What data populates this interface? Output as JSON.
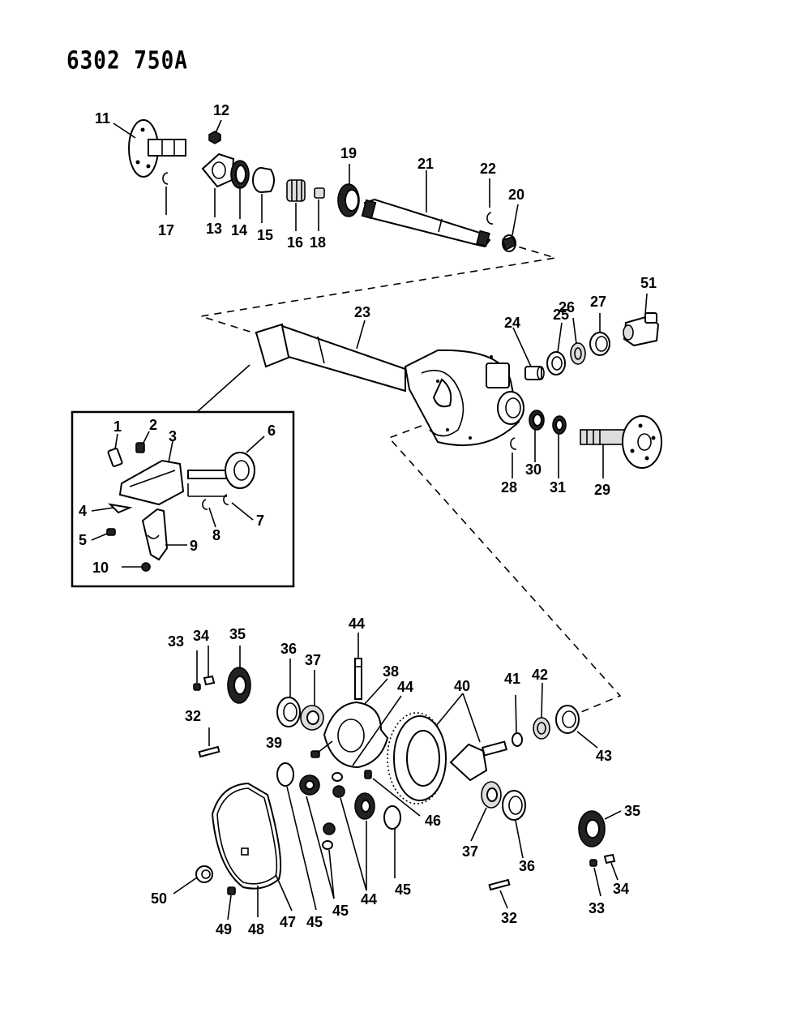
{
  "document_code": "6302 750A",
  "labels": {
    "l1": "1",
    "l2": "2",
    "l3": "3",
    "l4": "4",
    "l5": "5",
    "l6": "6",
    "l7": "7",
    "l8": "8",
    "l9": "9",
    "l10": "10",
    "l11": "11",
    "l12": "12",
    "l13": "13",
    "l14": "14",
    "l15": "15",
    "l16": "16",
    "l17": "17",
    "l18": "18",
    "l19": "19",
    "l20": "20",
    "l21": "21",
    "l22": "22",
    "l23": "23",
    "l24": "24",
    "l25": "25",
    "l26": "26",
    "l27": "27",
    "l28": "28",
    "l29": "29",
    "l30": "30",
    "l31": "31",
    "l32": "32",
    "l33": "33",
    "l34": "34",
    "l35": "35",
    "l36": "36",
    "l37": "37",
    "l38": "38",
    "l39": "39",
    "l40": "40",
    "l41": "41",
    "l42": "42",
    "l43": "43",
    "l44": "44",
    "l45": "45",
    "l46": "46",
    "l47": "47",
    "l48": "48",
    "l49": "49",
    "l50": "50",
    "l51": "51"
  },
  "colors": {
    "ink": "#000000",
    "paper": "#ffffff"
  }
}
